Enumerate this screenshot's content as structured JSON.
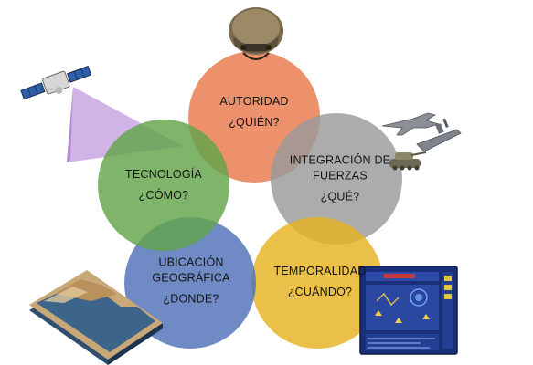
{
  "diagram": {
    "circles": [
      {
        "id": "autoridad",
        "lines": [
          "AUTORIDAD"
        ],
        "question": "¿QUIÉN?",
        "color": "#E8794B"
      },
      {
        "id": "integracion",
        "lines": [
          "INTEGRACIÓN DE",
          "FUERZAS"
        ],
        "question": "¿QUÉ?",
        "color": "#9A9A9A"
      },
      {
        "id": "temporalidad",
        "lines": [
          "TEMPORALIDAD"
        ],
        "question": "¿CUÁNDO?",
        "color": "#E6B220"
      },
      {
        "id": "ubicacion",
        "lines": [
          "UBICACIÓN",
          "GEOGRÁFICA"
        ],
        "question": "¿DONDE?",
        "color": "#4F70B8"
      },
      {
        "id": "tecnologia",
        "lines": [
          "TECNOLOGÍA"
        ],
        "question": "¿CÓMO?",
        "color": "#62A54A"
      }
    ],
    "icons": [
      "helmet-icon",
      "satellite-icon",
      "fighter-jet-icon",
      "warship-icon",
      "tank-icon",
      "terrain-map-icon",
      "radar-screen-icon"
    ]
  }
}
